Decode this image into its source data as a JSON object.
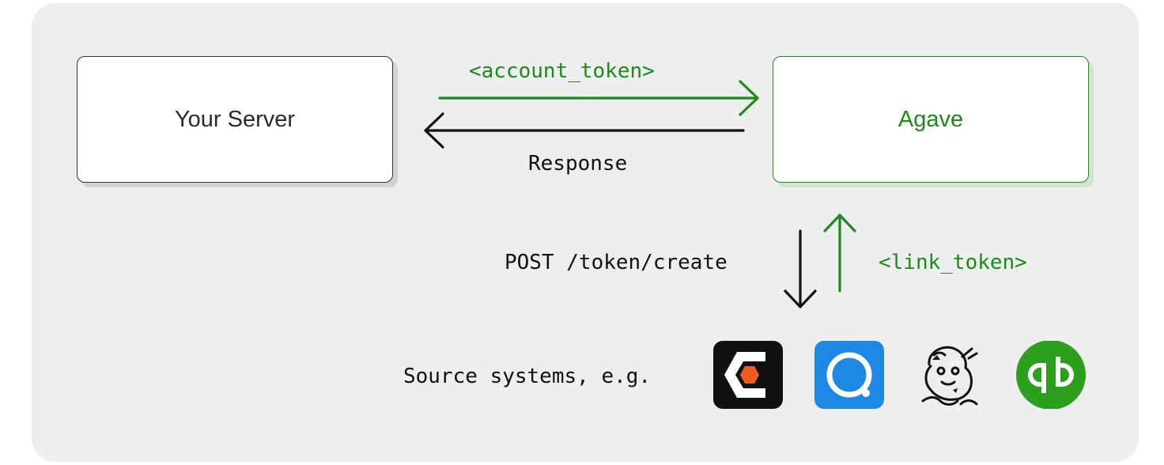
{
  "diagram": {
    "nodes": {
      "server": "Your Server",
      "agave": "Agave"
    },
    "edges": {
      "account_token": "<account_token>",
      "response": "Response",
      "post": "POST /token/create",
      "link_token": "<link_token>"
    },
    "sources_label": "Source systems, e.g.",
    "source_logos": [
      "procore-logo-icon",
      "qb-round-logo-icon",
      "mascot-logo-icon",
      "quickbooks-logo-icon"
    ],
    "colors": {
      "accent_green": "#1a8c1a",
      "panel": "#eeeeee",
      "text_dark": "#111111"
    }
  }
}
